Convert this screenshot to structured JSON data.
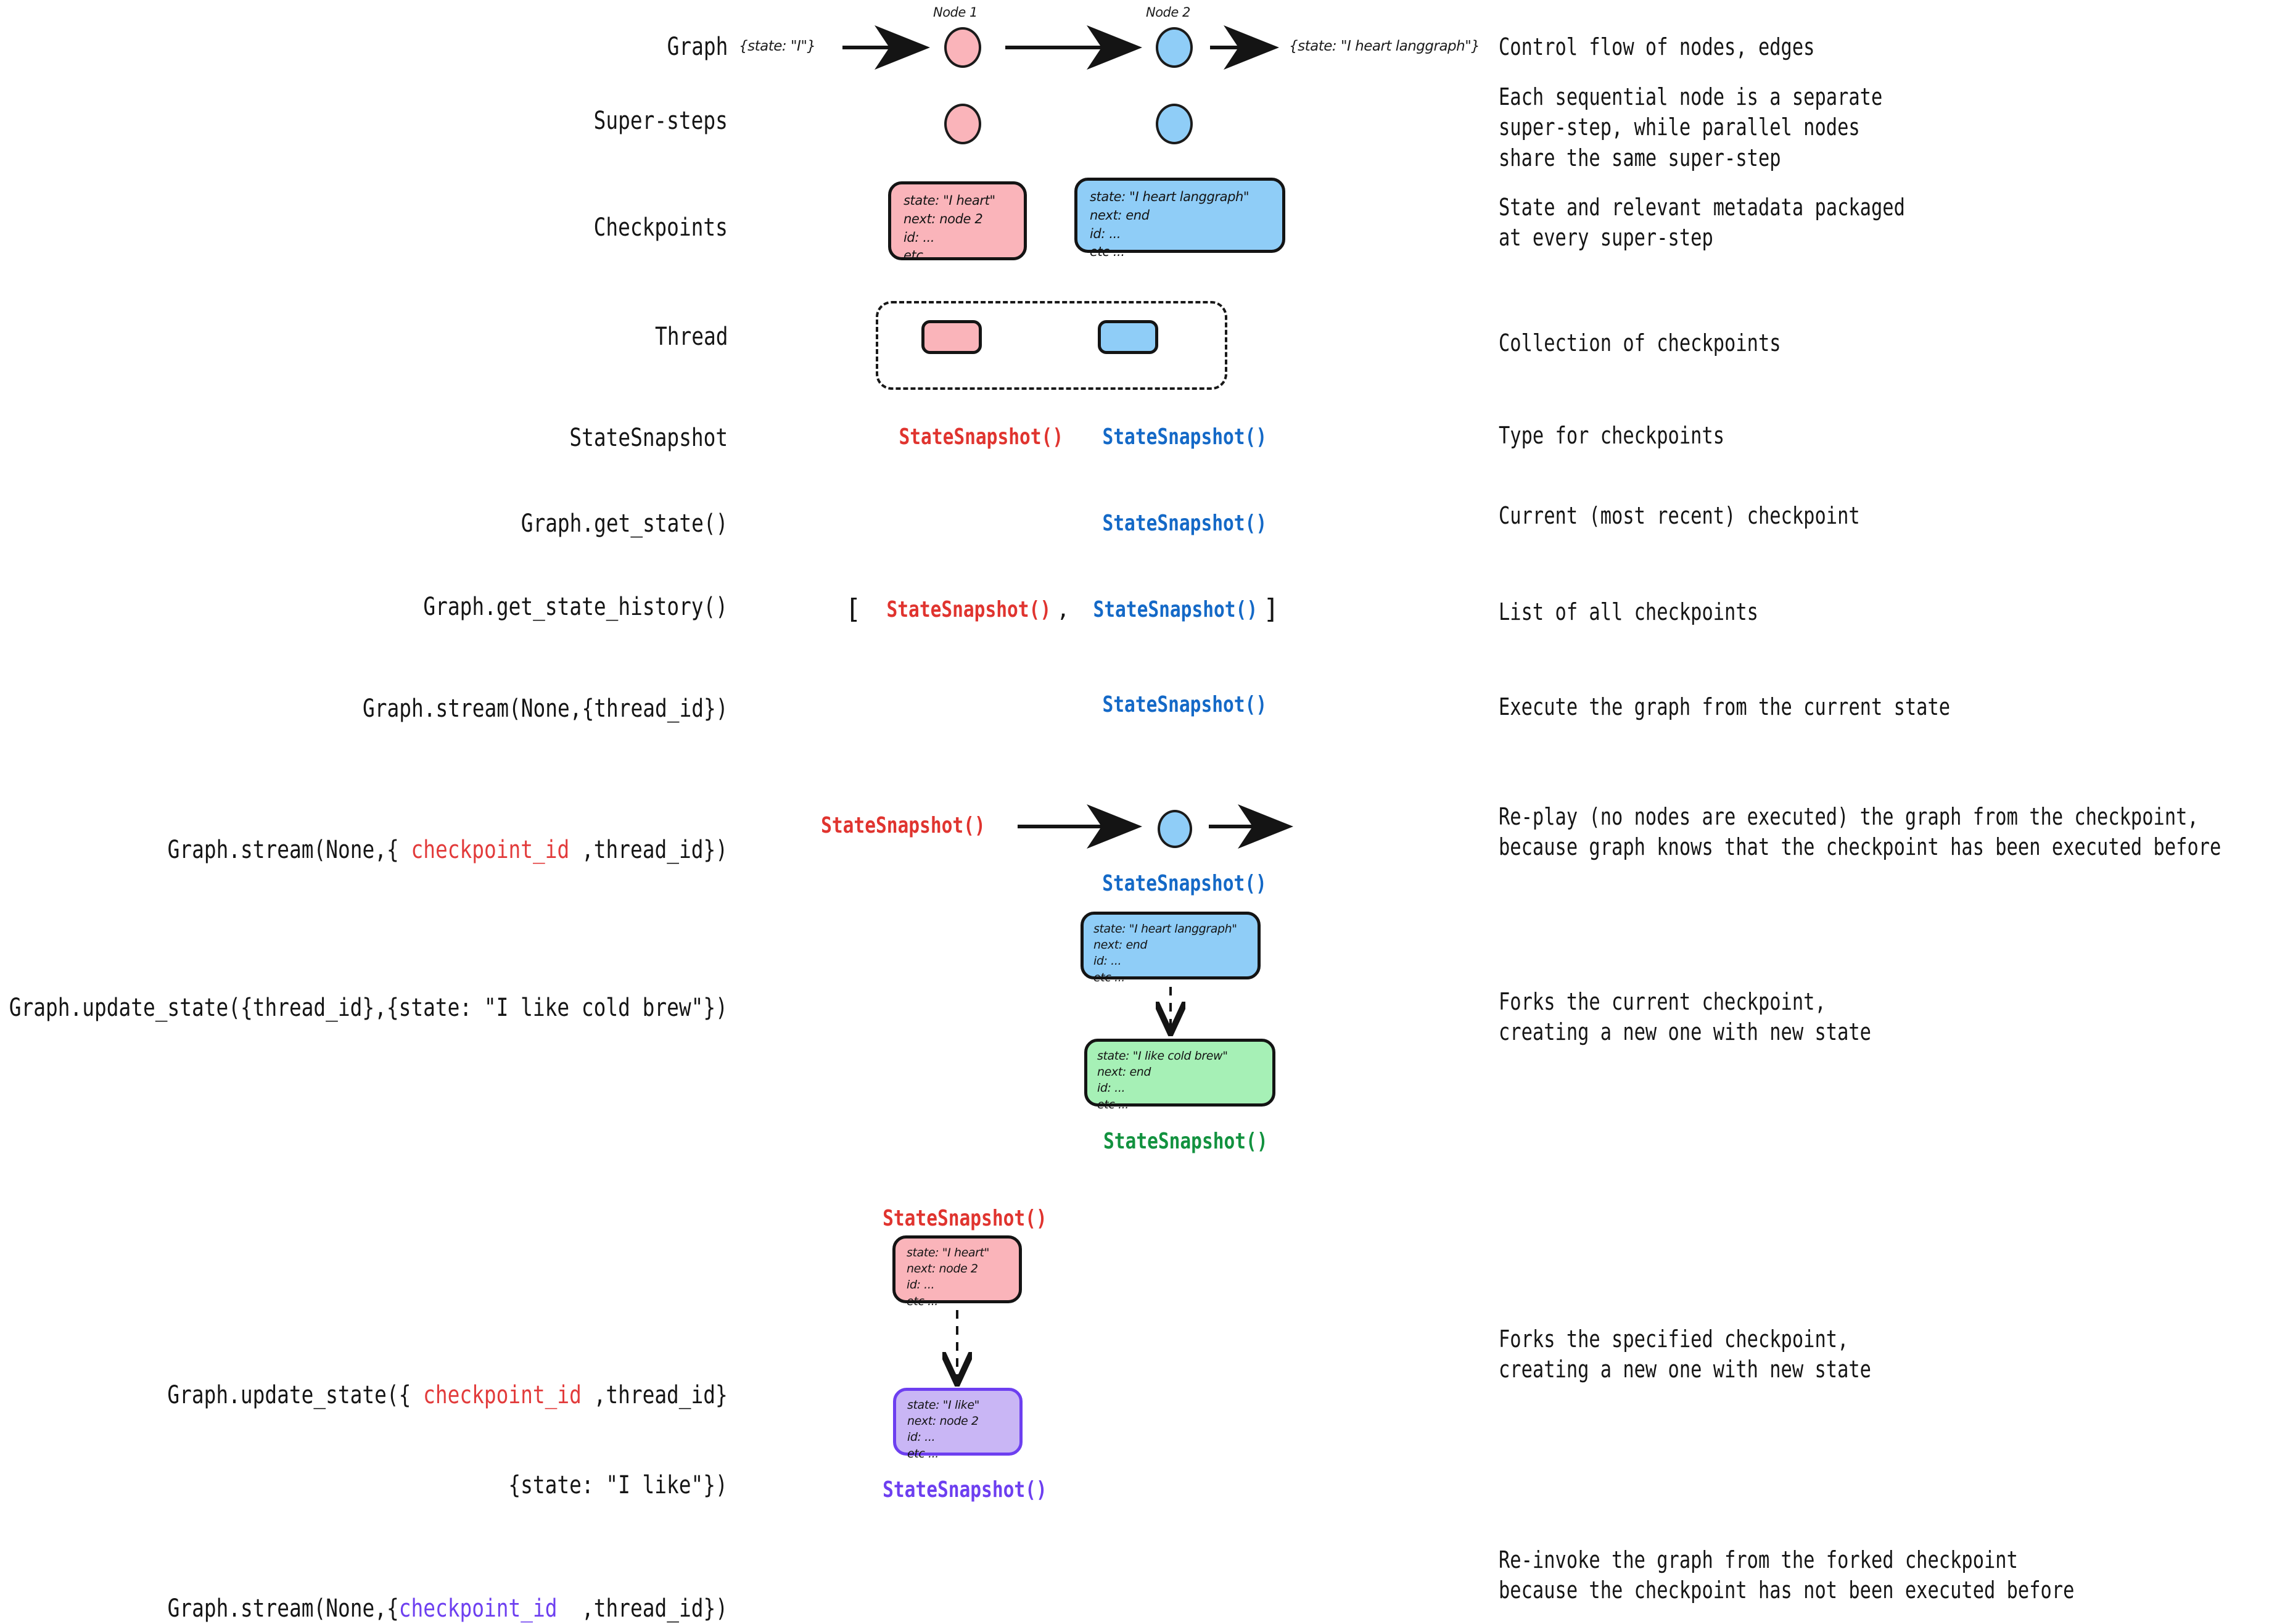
{
  "rows": [
    {
      "id": "graph",
      "label": "Graph",
      "desc": "Control flow of nodes, edges"
    },
    {
      "id": "super-steps",
      "label": "Super-steps",
      "desc": "Each sequential node is a separate\nsuper-step, while parallel nodes\nshare the same super-step"
    },
    {
      "id": "checkpoints",
      "label": "Checkpoints",
      "desc": "State and relevant metadata packaged\nat every super-step"
    },
    {
      "id": "thread",
      "label": "Thread",
      "desc": "Collection of checkpoints"
    },
    {
      "id": "statesnapshot",
      "label": "StateSnapshot",
      "desc": "Type for checkpoints"
    },
    {
      "id": "get-state",
      "label": "Graph.get_state()",
      "desc": "Current (most recent) checkpoint"
    },
    {
      "id": "get-state-history",
      "label": "Graph.get_state_history()",
      "desc": "List of all checkpoints"
    },
    {
      "id": "stream-thread",
      "label": "Graph.stream(None,{thread_id})",
      "desc": "Execute the graph from the current state"
    },
    {
      "id": "stream-checkpoint",
      "label_parts": [
        {
          "t": "Graph.stream(None,{ ",
          "c": "black"
        },
        {
          "t": "checkpoint_id",
          "c": "red"
        },
        {
          "t": " ,thread_id})",
          "c": "black"
        }
      ],
      "desc": "Re-play (no nodes are executed) the graph from the checkpoint,\nbecause graph knows that the checkpoint has been executed before"
    },
    {
      "id": "update-state-thread",
      "label": "Graph.update_state({thread_id},{state: \"I like cold brew\"})",
      "desc": "Forks the current checkpoint,\ncreating a new one with new state"
    },
    {
      "id": "update-state-checkpoint",
      "label_parts": [
        {
          "t": "Graph.update_state({ ",
          "c": "black"
        },
        {
          "t": "checkpoint_id",
          "c": "red"
        },
        {
          "t": " ,thread_id}",
          "c": "black"
        }
      ],
      "label_line2": "{state: \"I like\"})",
      "desc": "Forks the specified checkpoint,\ncreating a new one with new state"
    },
    {
      "id": "stream-forked",
      "label_parts": [
        {
          "t": "Graph.stream(None,{",
          "c": "black"
        },
        {
          "t": "checkpoint_id",
          "c": "purple"
        },
        {
          "t": "  ,thread_id})",
          "c": "black"
        }
      ],
      "desc": "Re-invoke the graph from the forked checkpoint\nbecause the checkpoint has not been executed before"
    }
  ],
  "graph_row": {
    "node1_caption": "Node 1",
    "node2_caption": "Node 2",
    "input_state": "{state: \"I\"}",
    "output_state": "{state: \"I heart langgraph\"}"
  },
  "checkpoint_pink_1": {
    "lines": [
      "state: \"I heart\"",
      "next: node 2",
      "id: ...",
      "etc ..."
    ]
  },
  "checkpoint_blue_1": {
    "lines": [
      "state: \"I heart langgraph\"",
      "next: end",
      "id: ...",
      "etc ..."
    ]
  },
  "checkpoint_blue_2": {
    "lines": [
      "state: \"I heart langgraph\"",
      "next: end",
      "id: ...",
      "etc ..."
    ]
  },
  "checkpoint_green": {
    "lines": [
      "state: \"I like cold brew\"",
      "next: end",
      "id: ...",
      "etc ..."
    ]
  },
  "checkpoint_pink_2": {
    "lines": [
      "state: \"I heart\"",
      "next: node 2",
      "id: ...",
      "etc ..."
    ]
  },
  "checkpoint_purple": {
    "lines": [
      "state: \"I like\"",
      "next: node 2",
      "id: ...",
      "etc ..."
    ]
  },
  "snapshots": {
    "label": "StateSnapshot()",
    "bracket_open": "[",
    "bracket_close": "]",
    "comma": ","
  },
  "colors": {
    "pink": "#FAB4BA",
    "blue": "#8FCDF7",
    "green": "#A6F0B6",
    "purple": "#C9B6F5",
    "red_text": "#E0342F",
    "blue_text": "#1469C7",
    "green_text": "#12923F",
    "purple_text": "#6D3FF0",
    "ink": "#141414"
  }
}
